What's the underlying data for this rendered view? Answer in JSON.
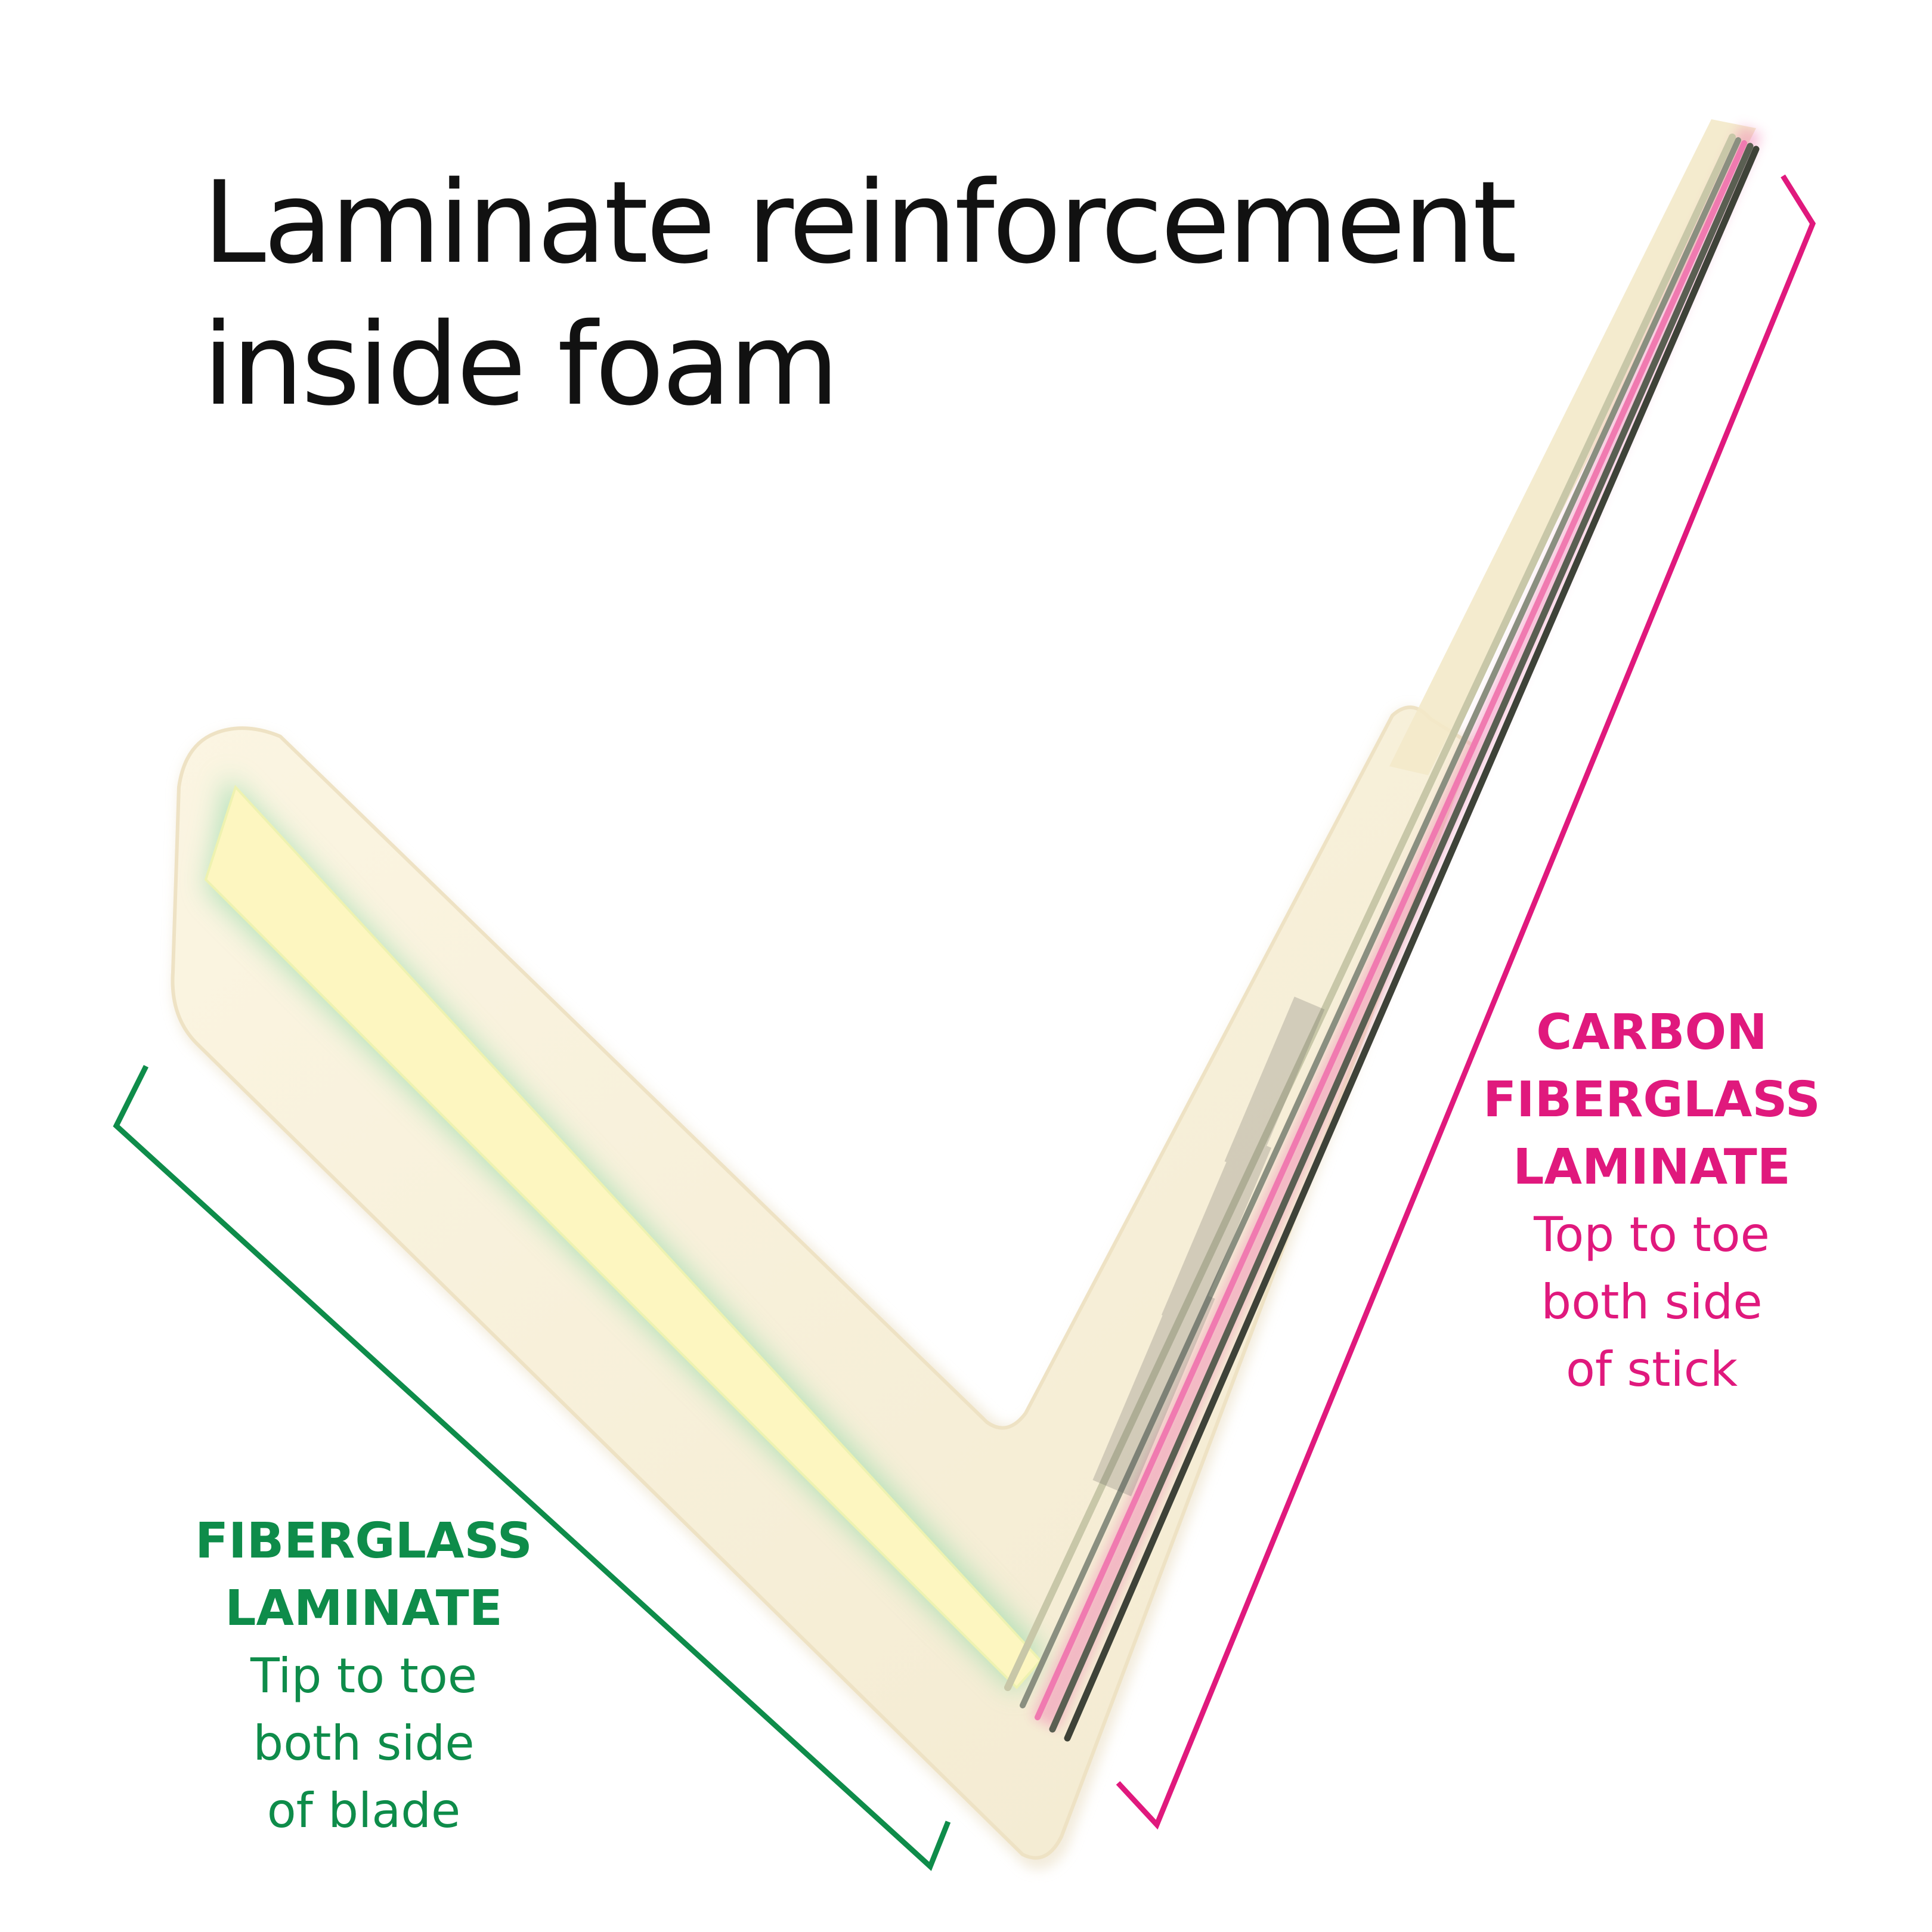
{
  "title": {
    "line1": "Laminate reinforcement",
    "line2": "inside foam"
  },
  "carbon_label": {
    "title_line1": "CARBON",
    "title_line2": "FIBERGLASS",
    "title_line3": "LAMINATE",
    "desc_line1": "Top to toe",
    "desc_line2": "both side",
    "desc_line3": "of stick",
    "color": "#e0197d"
  },
  "glass_label": {
    "title_line1": "FIBERGLASS",
    "title_line2": "LAMINATE",
    "desc_line1": "Tip to toe",
    "desc_line2": "both side",
    "desc_line3": "of blade",
    "color": "#0e8c4a"
  },
  "colors": {
    "foam": "#f7f0da",
    "glass_strip": "#fdf6c0",
    "glass_glow": "#7fd6a0",
    "carbon_line": "#5a5f52",
    "carbon_pink": "#f07ab0"
  }
}
